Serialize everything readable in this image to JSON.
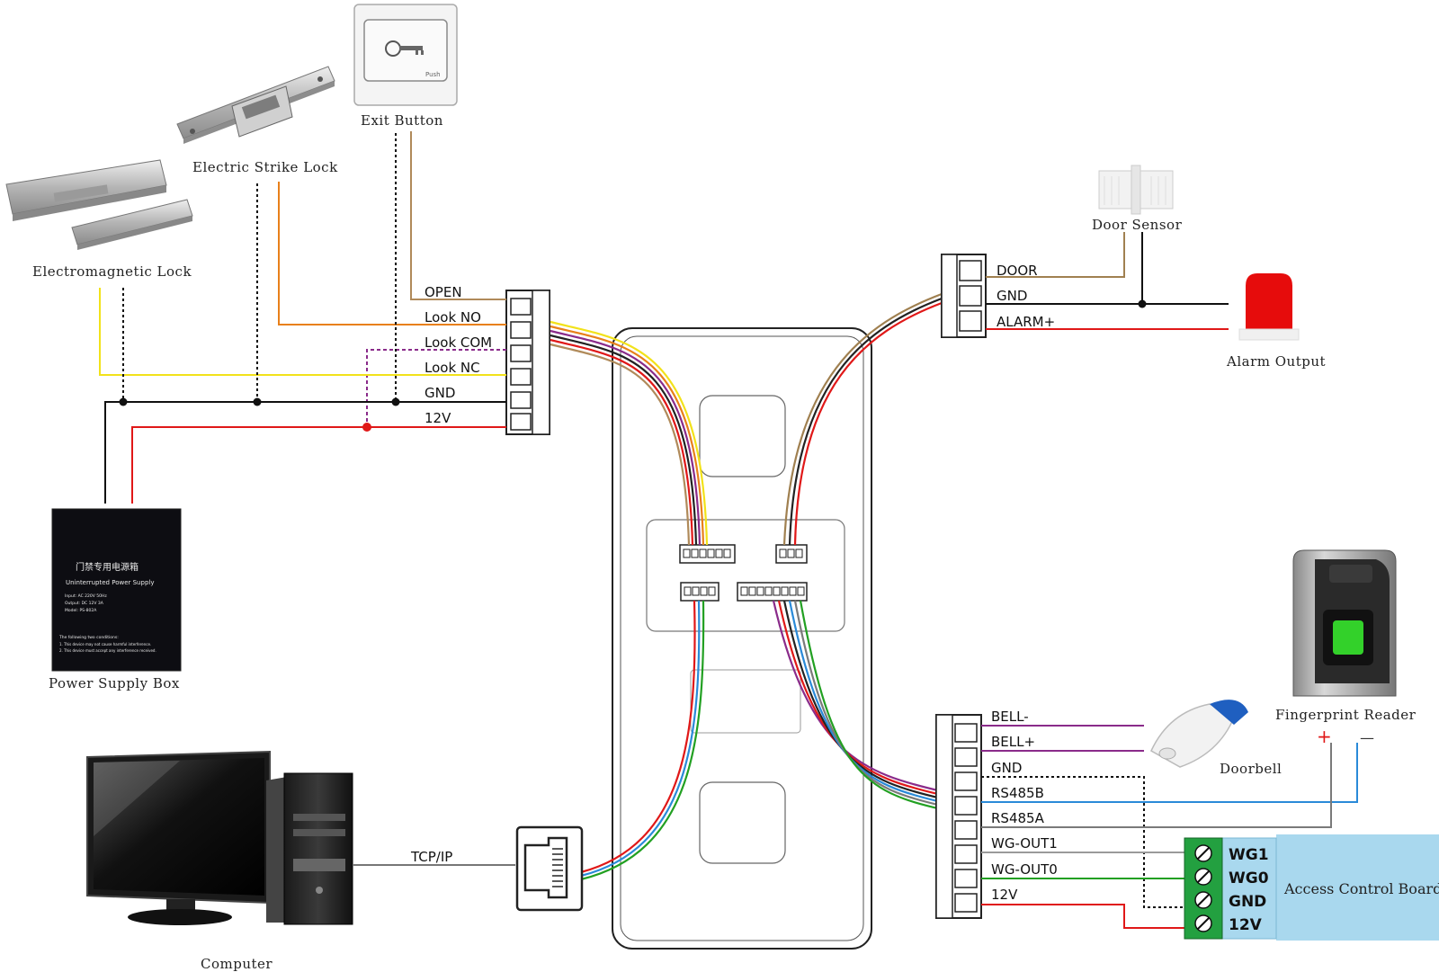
{
  "devices": {
    "exit_button": "Exit Button",
    "exit_button_plate": "Push",
    "electric_strike_lock": "Electric Strike Lock",
    "electromagnetic_lock": "Electromagnetic Lock",
    "power_supply_box": "Power Supply Box",
    "computer": "Computer",
    "door_sensor": "Door Sensor",
    "alarm_output": "Alarm Output",
    "doorbell": "Doorbell",
    "fingerprint_reader": "Fingerprint Reader",
    "access_control_board": "Access Control Board"
  },
  "ups_box": {
    "title": "门禁专用电源箱",
    "subtitle": "Uninterrupted Power Supply",
    "spec1": "Input: AC 220V 50Hz",
    "spec2": "Output: DC 12V 3A",
    "spec3": "Model: PS-802A",
    "note_title": "The following two conditions:",
    "note1": "1. This device may not cause harmful interference.",
    "note2": "2. This device must accept any interference received."
  },
  "left_connector_pins": [
    "OPEN",
    "Look NO",
    "Look COM",
    "Look NC",
    "GND",
    "12V"
  ],
  "alarm_connector_pins": [
    "DOOR",
    "GND",
    "ALARM+"
  ],
  "bottom_connector_pins": [
    "BELL-",
    "BELL+",
    "GND",
    "RS485B",
    "RS485A",
    "WG-OUT1",
    "WG-OUT0",
    "12V"
  ],
  "network_label": "TCP/IP",
  "fingerprint_polarity": {
    "plus": "+",
    "minus": "—"
  },
  "wg_terminals": [
    "WG1",
    "WG0",
    "GND",
    "12V"
  ],
  "colors": {
    "open": "#b08a5a",
    "lock_no": "#e8801a",
    "lock_com": "#8a2b8a",
    "lock_nc": "#f2e21a",
    "gnd": "#111111",
    "v12": "#e01818",
    "door": "#a08050",
    "rs485b": "#2a8ad8",
    "rs485a": "#7a7a7a",
    "wg_out1": "#9a9a9a",
    "wg_out0": "#22a022",
    "acb_fill": "#a9d8ee",
    "terminal_green": "#23a040"
  }
}
